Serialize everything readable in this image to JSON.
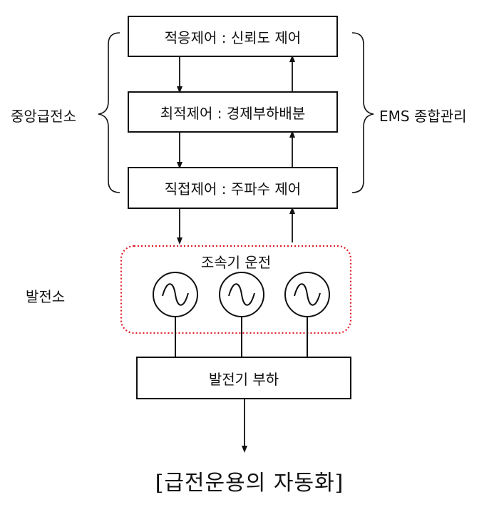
{
  "boxes": {
    "adaptive_control": "적응제어 : 신뢰도 제어",
    "optimal_control": "최적제어 : 경제부하배분",
    "direct_control": "직접제어 : 주파수 제어",
    "generator_load": "발전기 부하"
  },
  "labels": {
    "central_dispatch": "중앙급전소",
    "ems": "EMS 종합관리",
    "power_plant": "발전소",
    "governor_operation": "조속기 운전"
  },
  "caption": "[급전운용의 자동화]",
  "colors": {
    "line": "#111111",
    "dotted_border": "#e0202a"
  },
  "icons": [
    "ac-generator-icon",
    "ac-generator-icon",
    "ac-generator-icon"
  ]
}
